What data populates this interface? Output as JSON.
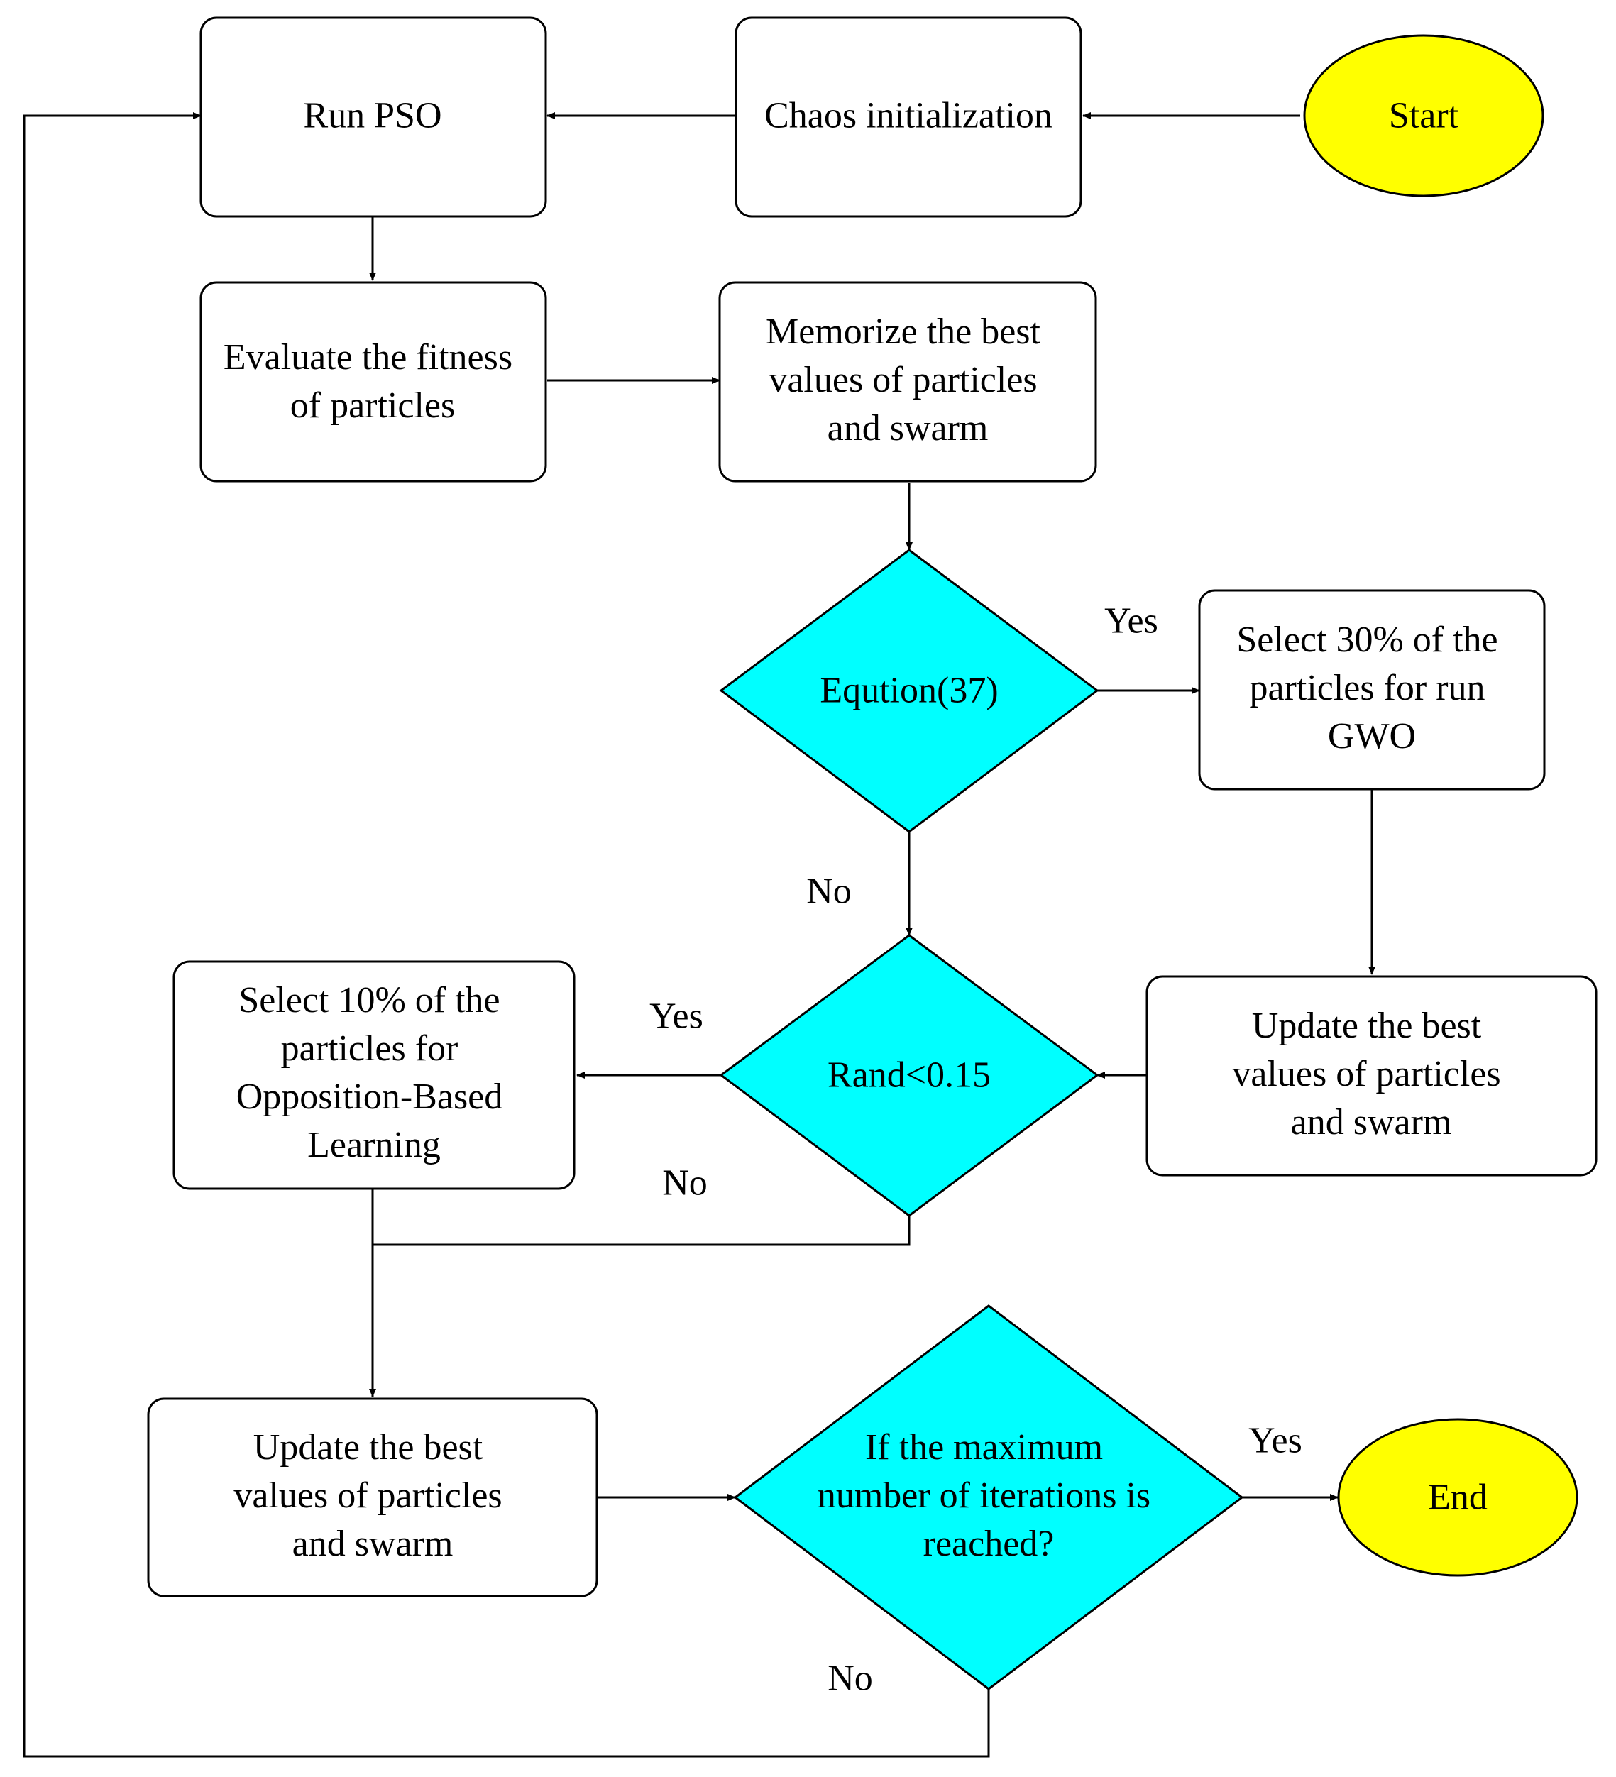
{
  "colors": {
    "terminal_fill": "#ffff00",
    "decision_fill": "#00ffff",
    "process_fill": "#ffffff",
    "line": "#000000"
  },
  "nodes": {
    "start": {
      "label": "Start"
    },
    "chaos_init": {
      "label": "Chaos initialization"
    },
    "run_pso": {
      "label": "Run PSO"
    },
    "evaluate": {
      "lines": [
        "Evaluate the fitness",
        "of particles"
      ]
    },
    "memorize": {
      "lines": [
        "Memorize the best",
        "values of particles",
        "and swarm"
      ]
    },
    "equation": {
      "label": "Eqution(37)"
    },
    "select_gwo": {
      "lines": [
        "Select 30% of the",
        "particles for run",
        "GWO"
      ]
    },
    "update_right": {
      "lines": [
        "Update the best",
        "values of particles",
        "and swarm"
      ]
    },
    "rand": {
      "label": "Rand<0.15"
    },
    "select_obl": {
      "lines": [
        "Select 10% of the",
        "particles for",
        "Opposition-Based",
        "Learning"
      ]
    },
    "update_left": {
      "lines": [
        "Update the best",
        "values of particles",
        "and swarm"
      ]
    },
    "max_iter": {
      "lines": [
        "If the maximum",
        "number of iterations is",
        "reached?"
      ]
    },
    "end": {
      "label": "End"
    }
  },
  "edge_labels": {
    "equation_yes": "Yes",
    "equation_no": "No",
    "rand_yes": "Yes",
    "rand_no": "No",
    "max_yes": "Yes",
    "max_no": "No"
  }
}
